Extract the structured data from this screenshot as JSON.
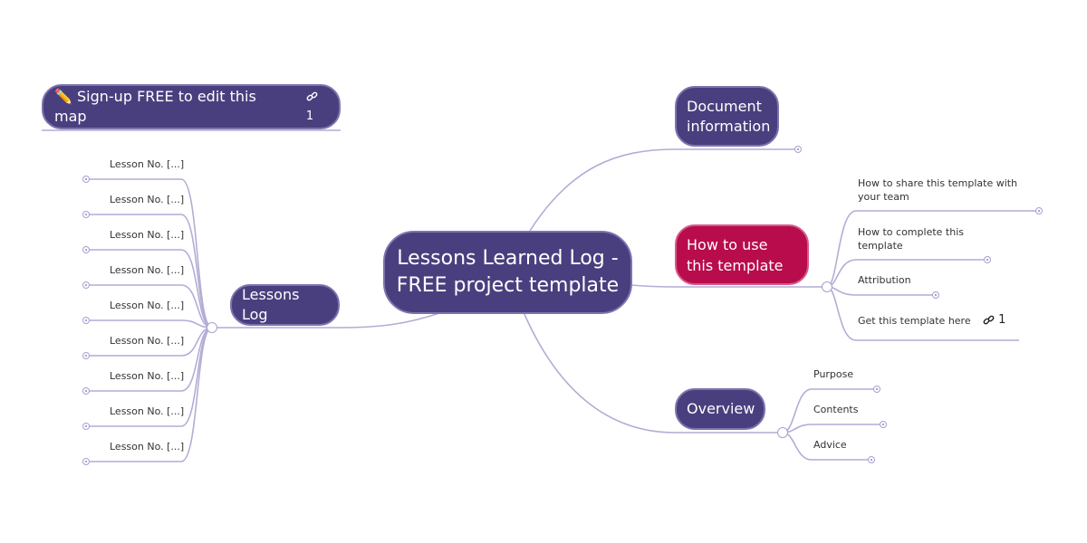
{
  "signup": {
    "label": "✏️ Sign-up FREE to edit this map",
    "link_count": "1"
  },
  "root": {
    "label": "Lessons Learned Log - FREE project template"
  },
  "lessons_log": {
    "label": "Lessons Log",
    "items": [
      "Lesson No. [...]",
      "Lesson No. [...]",
      "Lesson No. [...]",
      "Lesson No. [...]",
      "Lesson No. [...]",
      "Lesson No. [...]",
      "Lesson No. [...]",
      "Lesson No. [...]",
      "Lesson No. [...]"
    ]
  },
  "document_information": {
    "label": "Document information"
  },
  "how_to_use": {
    "label": "How to use this template",
    "items": [
      "How to share this template with your team",
      "How to complete this template",
      "Attribution",
      "Get this template here"
    ],
    "link_count": "1"
  },
  "overview": {
    "label": "Overview",
    "items": [
      "Purpose",
      "Contents",
      "Advice"
    ]
  },
  "colors": {
    "node_fill": "#4a3f7e",
    "accent_red": "#b80c4c",
    "edge": "#b4acd6"
  }
}
